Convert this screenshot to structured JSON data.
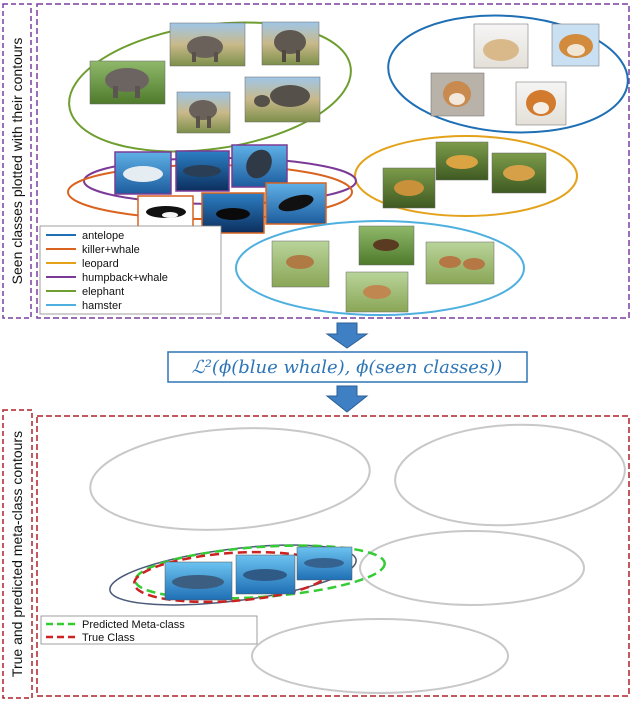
{
  "top_panel": {
    "side_label": "Seen classes plotted with their contours",
    "legend": [
      {
        "label": "antelope",
        "color": "#1f6fb5"
      },
      {
        "label": "killer+whale",
        "color": "#d9631f"
      },
      {
        "label": "leopard",
        "color": "#e3a21a"
      },
      {
        "label": "humpback+whale",
        "color": "#7b3a96"
      },
      {
        "label": "elephant",
        "color": "#6e9e2f"
      },
      {
        "label": "hamster",
        "color": "#4fb0e0"
      }
    ]
  },
  "formula": "ℒ²(ϕ(blue whale), ϕ(seen classes))",
  "bottom_panel": {
    "side_label": "True and predicted meta-class contours",
    "legend": [
      {
        "label": "Predicted Meta-class",
        "color": "#33cc33"
      },
      {
        "label": "True Class",
        "color": "#cc2222"
      }
    ]
  },
  "colors": {
    "top_border": "#7b3fa0",
    "bottom_border": "#b0202a",
    "arrow": "#3f7fc4",
    "gray_contour": "#c8c8c8"
  },
  "icons": {
    "arrow": "arrow-down-icon"
  }
}
